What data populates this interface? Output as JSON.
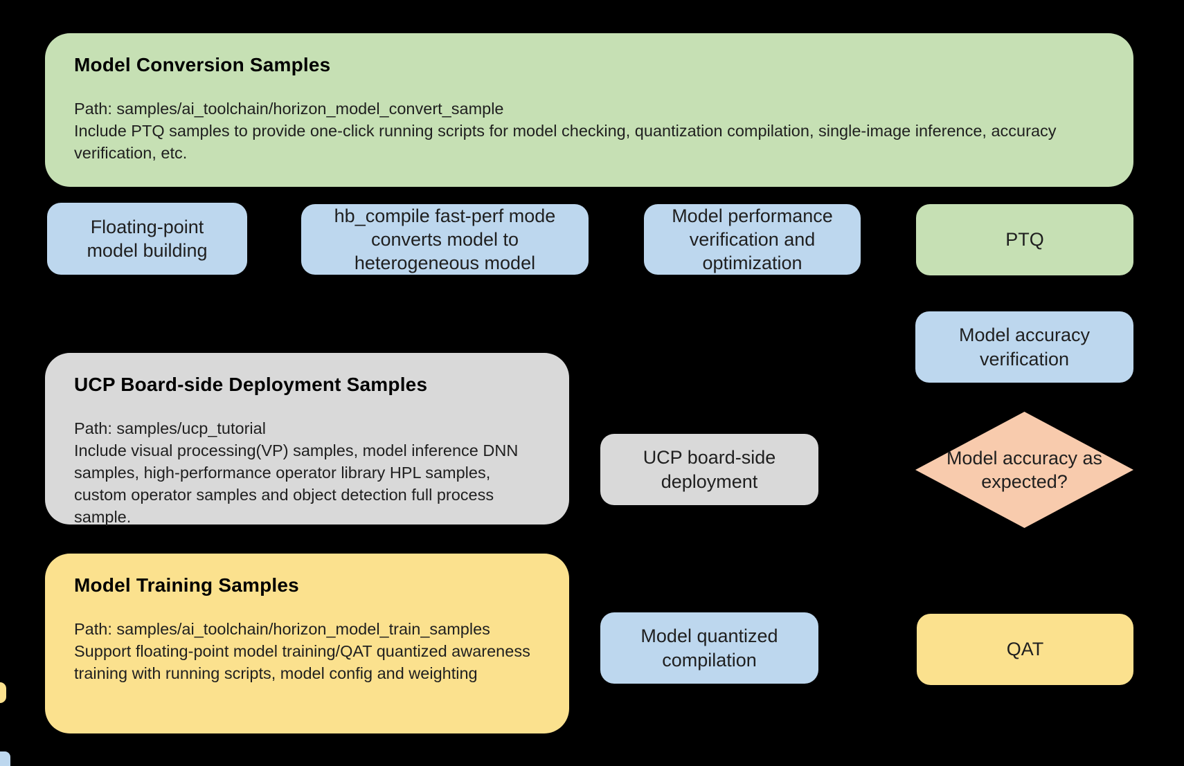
{
  "colors": {
    "bg": "#000000",
    "green": "#c6e0b4",
    "blue": "#bdd7ee",
    "gray": "#d9d9d9",
    "yellow": "#fbe18e",
    "salmon": "#f8cbad",
    "text": "#1f1f1f"
  },
  "panels": {
    "conversion": {
      "title": "Model Conversion Samples",
      "path": "Path: samples/ai_toolchain/horizon_model_convert_sample",
      "description": "Include PTQ samples to provide one-click running scripts for model checking, quantization compilation, single-image inference, accuracy verification, etc."
    },
    "deployment": {
      "title": "UCP Board-side Deployment Samples",
      "path": "Path: samples/ucp_tutorial",
      "description": "Include visual processing(VP) samples, model inference DNN samples, high-performance operator library HPL samples, custom operator samples and object detection full process sample."
    },
    "training": {
      "title": "Model Training Samples",
      "path": "Path: samples/ai_toolchain/horizon_model_train_samples",
      "description": "Support floating-point model training/QAT quantized awareness training with running scripts, model config and weighting"
    }
  },
  "nodes": {
    "floating_point": "Floating-point\nmodel building",
    "hb_compile": "hb_compile fast-perf mode\nconverts model to\nheterogeneous model",
    "model_performance": "Model performance\nverification and\noptimization",
    "ptq": "PTQ",
    "accuracy_verification": "Model accuracy\nverification",
    "accuracy_decision": "Model accuracy as\nexpected?",
    "ucp_deployment": "UCP board-side\ndeployment",
    "quantized_compilation": "Model quantized\ncompilation",
    "qat": "QAT"
  }
}
